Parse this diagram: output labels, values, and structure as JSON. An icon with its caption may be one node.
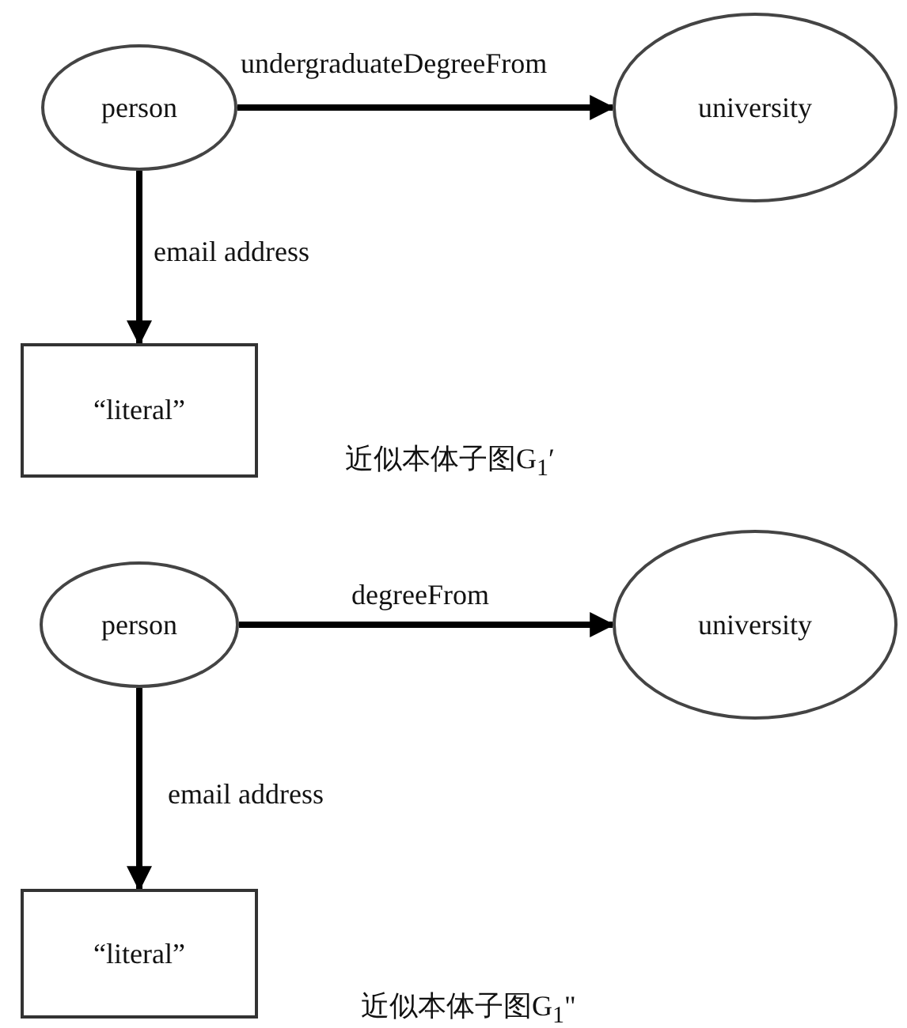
{
  "diagram": {
    "nodes": [
      {
        "text": [
          "person"
        ]
      },
      {
        "text": [
          "university"
        ]
      },
      {
        "text": [
          "“literal”"
        ]
      },
      {
        "text": [
          "person"
        ]
      },
      {
        "text": [
          "university"
        ]
      },
      {
        "text": [
          "“literal”"
        ]
      }
    ],
    "edges": [
      {
        "from": 0,
        "to": 1,
        "arrow": "to",
        "label": "undergraduateDegreeFrom"
      },
      {
        "from": 0,
        "to": 2,
        "arrow": "to",
        "label": "email address"
      },
      {
        "from": 3,
        "to": 4,
        "arrow": "to",
        "label": "degreeFrom"
      },
      {
        "from": 3,
        "to": 5,
        "arrow": "to",
        "label": "email address"
      }
    ],
    "labels": [
      "近似本体子图G$_{1}$′",
      "近似本体子图G$_{1}$\""
    ]
  }
}
